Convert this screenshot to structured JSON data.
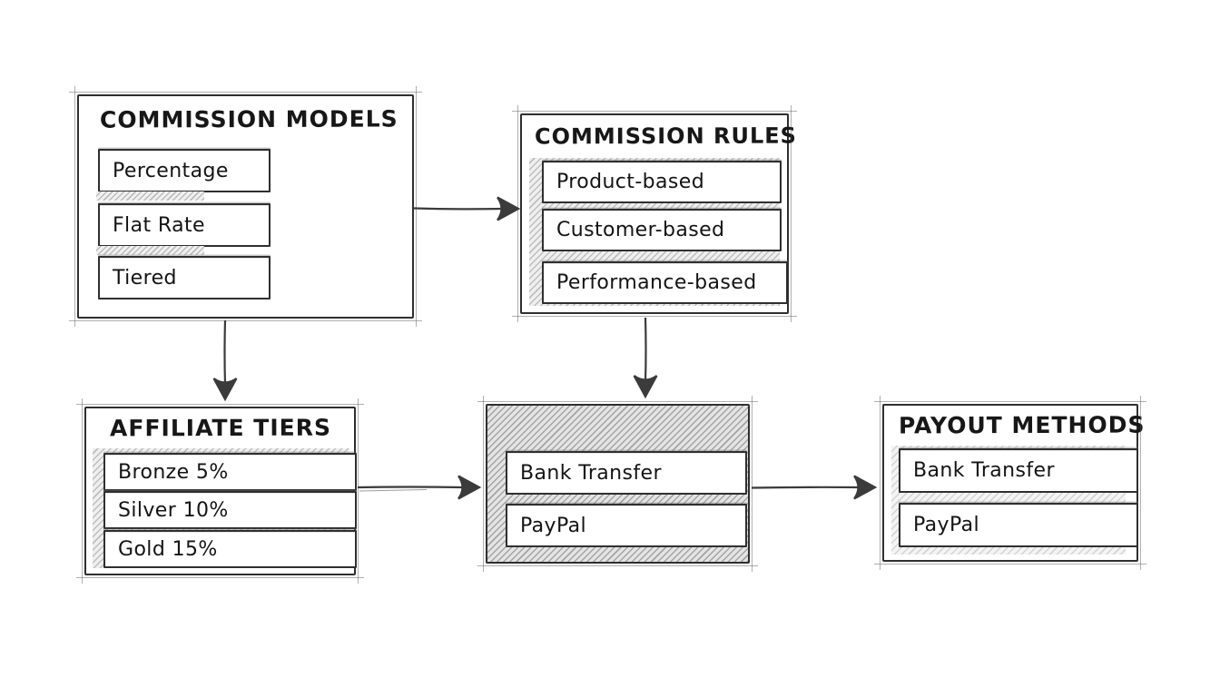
{
  "diagram": {
    "background_color": "#ffffff",
    "stroke_color": "#2f2f2f",
    "hatch_line_color": "#9a9a9a",
    "boxes": [
      {
        "id": "commission-models",
        "title": "COMMISSION MODELS",
        "items": [
          "Percentage",
          "Flat Rate",
          "Tiered"
        ]
      },
      {
        "id": "commission-rules",
        "title": "COMMISSION RULES",
        "items": [
          "Product-based",
          "Customer-based",
          "Performance-based"
        ]
      },
      {
        "id": "affiliate-tiers",
        "title": "AFFILIATE TIERS",
        "items": [
          "Bronze 5%",
          "Silver 10%",
          "Gold 15%"
        ]
      },
      {
        "id": "payment-methods-center",
        "items": [
          "Bank Transfer",
          "PayPal"
        ]
      },
      {
        "id": "payout-methods",
        "title": "PAYOUT METHODS",
        "items": [
          "Bank Transfer",
          "PayPal"
        ]
      }
    ],
    "connections": [
      {
        "from": "commission-models",
        "to": "commission-rules",
        "direction": "right"
      },
      {
        "from": "commission-models",
        "to": "affiliate-tiers",
        "direction": "down"
      },
      {
        "from": "commission-rules",
        "to": "payment-methods-center",
        "direction": "down"
      },
      {
        "from": "affiliate-tiers",
        "to": "payment-methods-center",
        "direction": "right"
      },
      {
        "from": "payment-methods-center",
        "to": "payout-methods",
        "direction": "right"
      }
    ]
  }
}
